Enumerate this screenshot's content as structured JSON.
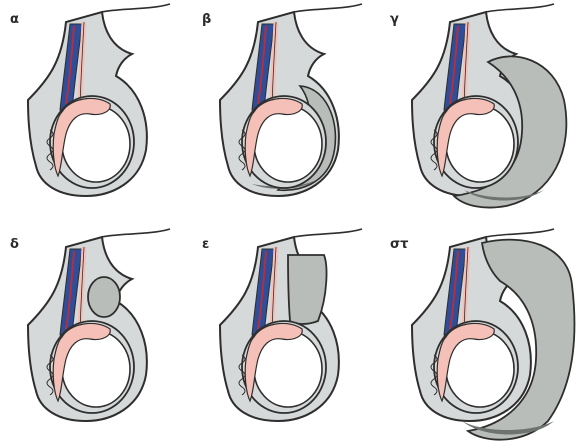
{
  "panels": [
    {
      "id": "a",
      "label": "α",
      "variant": "normal"
    },
    {
      "id": "b",
      "label": "β",
      "variant": "hydrocele-small"
    },
    {
      "id": "g",
      "label": "γ",
      "variant": "hydrocele-large"
    },
    {
      "id": "d",
      "label": "δ",
      "variant": "cord-cyst"
    },
    {
      "id": "e",
      "label": "ε",
      "variant": "funicular"
    },
    {
      "id": "st",
      "label": "στ",
      "variant": "communicating"
    }
  ],
  "colors": {
    "outline": "#2e2e2e",
    "sac": "#d6d9d9",
    "fluid": "#b9bdb9",
    "fluid_dark": "#6f736f",
    "testis": "#ffffff",
    "epididymis": "#f4c0b8",
    "vessels_red": "#b03040",
    "vessels_blue": "#304d9a"
  }
}
